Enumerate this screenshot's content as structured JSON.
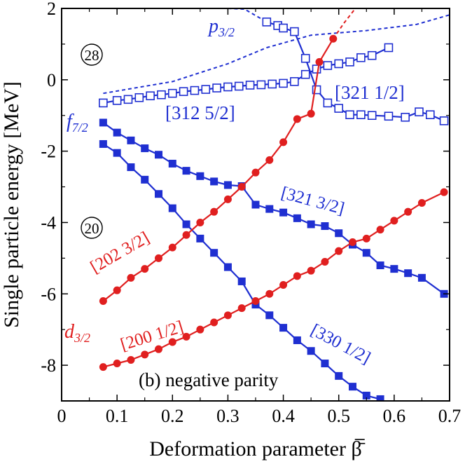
{
  "chart_data": {
    "type": "line",
    "xlabel": "Deformation parameter β̄",
    "ylabel": "Single particle energy [MeV]",
    "xlim": [
      0,
      0.7
    ],
    "ylim": [
      -9,
      2
    ],
    "xticks": [
      "0",
      "0.1",
      "0.2",
      "0.3",
      "0.4",
      "0.5",
      "0.6",
      "0.7"
    ],
    "yticks": [
      "2",
      "0",
      "-2",
      "-4",
      "-6",
      "-8"
    ],
    "panel_label": "(b) negative parity",
    "magic_numbers": [
      "28",
      "20"
    ],
    "spherical_labels": [
      {
        "text": "p3/2",
        "color": "#1f2fd1"
      },
      {
        "text": "f7/2",
        "color": "#1f2fd1"
      },
      {
        "text": "d3/2",
        "color": "#e01f1f"
      }
    ],
    "colors": {
      "blue": "#1f2fd1",
      "red": "#e01f1f"
    },
    "series": [
      {
        "name": "[312 5/2]",
        "color": "#1f2fd1",
        "marker": "open-square",
        "x": [
          0.075,
          0.1,
          0.12,
          0.14,
          0.16,
          0.18,
          0.2,
          0.22,
          0.24,
          0.26,
          0.28,
          0.3,
          0.32,
          0.34,
          0.36,
          0.38,
          0.4,
          0.42,
          0.44,
          0.46,
          0.48,
          0.5,
          0.52,
          0.54,
          0.56,
          0.59
        ],
        "y": [
          -0.65,
          -0.58,
          -0.55,
          -0.5,
          -0.45,
          -0.42,
          -0.38,
          -0.33,
          -0.3,
          -0.27,
          -0.23,
          -0.2,
          -0.18,
          -0.15,
          -0.14,
          -0.12,
          -0.1,
          -0.05,
          0.15,
          0.3,
          0.4,
          0.45,
          0.5,
          0.62,
          0.68,
          0.9
        ],
        "extension": {
          "style": "dashed",
          "x": [
            0.075,
            0.2,
            0.3,
            0.37,
            0.45,
            0.55,
            0.64,
            0.7
          ],
          "y": [
            -0.38,
            -0.05,
            0.45,
            0.9,
            1.25,
            1.38,
            1.55,
            1.82
          ]
        }
      },
      {
        "name": "[321 1/2]",
        "color": "#1f2fd1",
        "marker": "open-square",
        "x": [
          0.37,
          0.39,
          0.4,
          0.42,
          0.44,
          0.46,
          0.48,
          0.5,
          0.52,
          0.54,
          0.56,
          0.59,
          0.62,
          0.645,
          0.665,
          0.69
        ],
        "y": [
          1.62,
          1.52,
          1.45,
          1.35,
          0.6,
          -0.28,
          -0.65,
          -0.8,
          -0.98,
          -0.98,
          -1.0,
          -1.02,
          -1.05,
          -0.9,
          -0.98,
          -1.15
        ],
        "extension": {
          "style": "dashed",
          "x": [
            0.3,
            0.33,
            0.37
          ],
          "y": [
            2.0,
            1.98,
            1.62
          ]
        }
      },
      {
        "name": "[321 3/2]",
        "color": "#1f2fd1",
        "marker": "filled-square",
        "x": [
          0.075,
          0.1,
          0.125,
          0.15,
          0.175,
          0.2,
          0.225,
          0.25,
          0.275,
          0.3,
          0.325,
          0.35,
          0.375,
          0.4,
          0.425,
          0.45,
          0.475,
          0.5,
          0.525,
          0.55,
          0.575,
          0.6,
          0.625,
          0.65,
          0.69
        ],
        "y": [
          -1.2,
          -1.48,
          -1.7,
          -1.92,
          -2.1,
          -2.35,
          -2.55,
          -2.7,
          -2.85,
          -2.95,
          -2.98,
          -3.5,
          -3.62,
          -3.72,
          -3.88,
          -4.05,
          -4.1,
          -4.3,
          -4.62,
          -4.85,
          -5.2,
          -5.3,
          -5.42,
          -5.55,
          -6.0
        ]
      },
      {
        "name": "[330 1/2]",
        "color": "#1f2fd1",
        "marker": "filled-square",
        "x": [
          0.075,
          0.1,
          0.125,
          0.15,
          0.175,
          0.2,
          0.225,
          0.25,
          0.275,
          0.3,
          0.325,
          0.35,
          0.375,
          0.4,
          0.425,
          0.45,
          0.475,
          0.5,
          0.525,
          0.55,
          0.575
        ],
        "y": [
          -1.8,
          -2.05,
          -2.45,
          -2.8,
          -3.2,
          -3.6,
          -4.05,
          -4.45,
          -4.85,
          -5.25,
          -5.65,
          -6.3,
          -6.6,
          -6.95,
          -7.3,
          -7.6,
          -7.95,
          -8.3,
          -8.6,
          -8.85,
          -8.95
        ]
      },
      {
        "name": "[202 3/2]",
        "color": "#e01f1f",
        "marker": "filled-circle",
        "x": [
          0.075,
          0.1,
          0.125,
          0.15,
          0.175,
          0.2,
          0.225,
          0.25,
          0.275,
          0.3,
          0.325,
          0.35,
          0.375,
          0.4,
          0.425,
          0.45,
          0.465,
          0.49
        ],
        "y": [
          -6.2,
          -5.9,
          -5.55,
          -5.3,
          -5.0,
          -4.7,
          -4.35,
          -4.0,
          -3.7,
          -3.35,
          -3.0,
          -2.6,
          -2.25,
          -1.75,
          -1.1,
          -0.95,
          0.5,
          1.15
        ],
        "extension": {
          "style": "dashed",
          "x": [
            0.49,
            0.51,
            0.53
          ],
          "y": [
            1.15,
            1.6,
            2.0
          ]
        }
      },
      {
        "name": "[200 1/2]",
        "color": "#e01f1f",
        "marker": "filled-circle",
        "x": [
          0.075,
          0.1,
          0.125,
          0.15,
          0.175,
          0.2,
          0.225,
          0.25,
          0.275,
          0.3,
          0.325,
          0.35,
          0.375,
          0.4,
          0.425,
          0.45,
          0.475,
          0.5,
          0.525,
          0.55,
          0.575,
          0.6,
          0.625,
          0.65,
          0.69
        ],
        "y": [
          -8.05,
          -7.95,
          -7.85,
          -7.7,
          -7.55,
          -7.35,
          -7.2,
          -7.0,
          -6.8,
          -6.6,
          -6.4,
          -6.2,
          -6.0,
          -5.75,
          -5.5,
          -5.35,
          -5.1,
          -4.8,
          -4.55,
          -4.45,
          -4.2,
          -3.95,
          -3.7,
          -3.45,
          -3.15
        ]
      }
    ]
  }
}
